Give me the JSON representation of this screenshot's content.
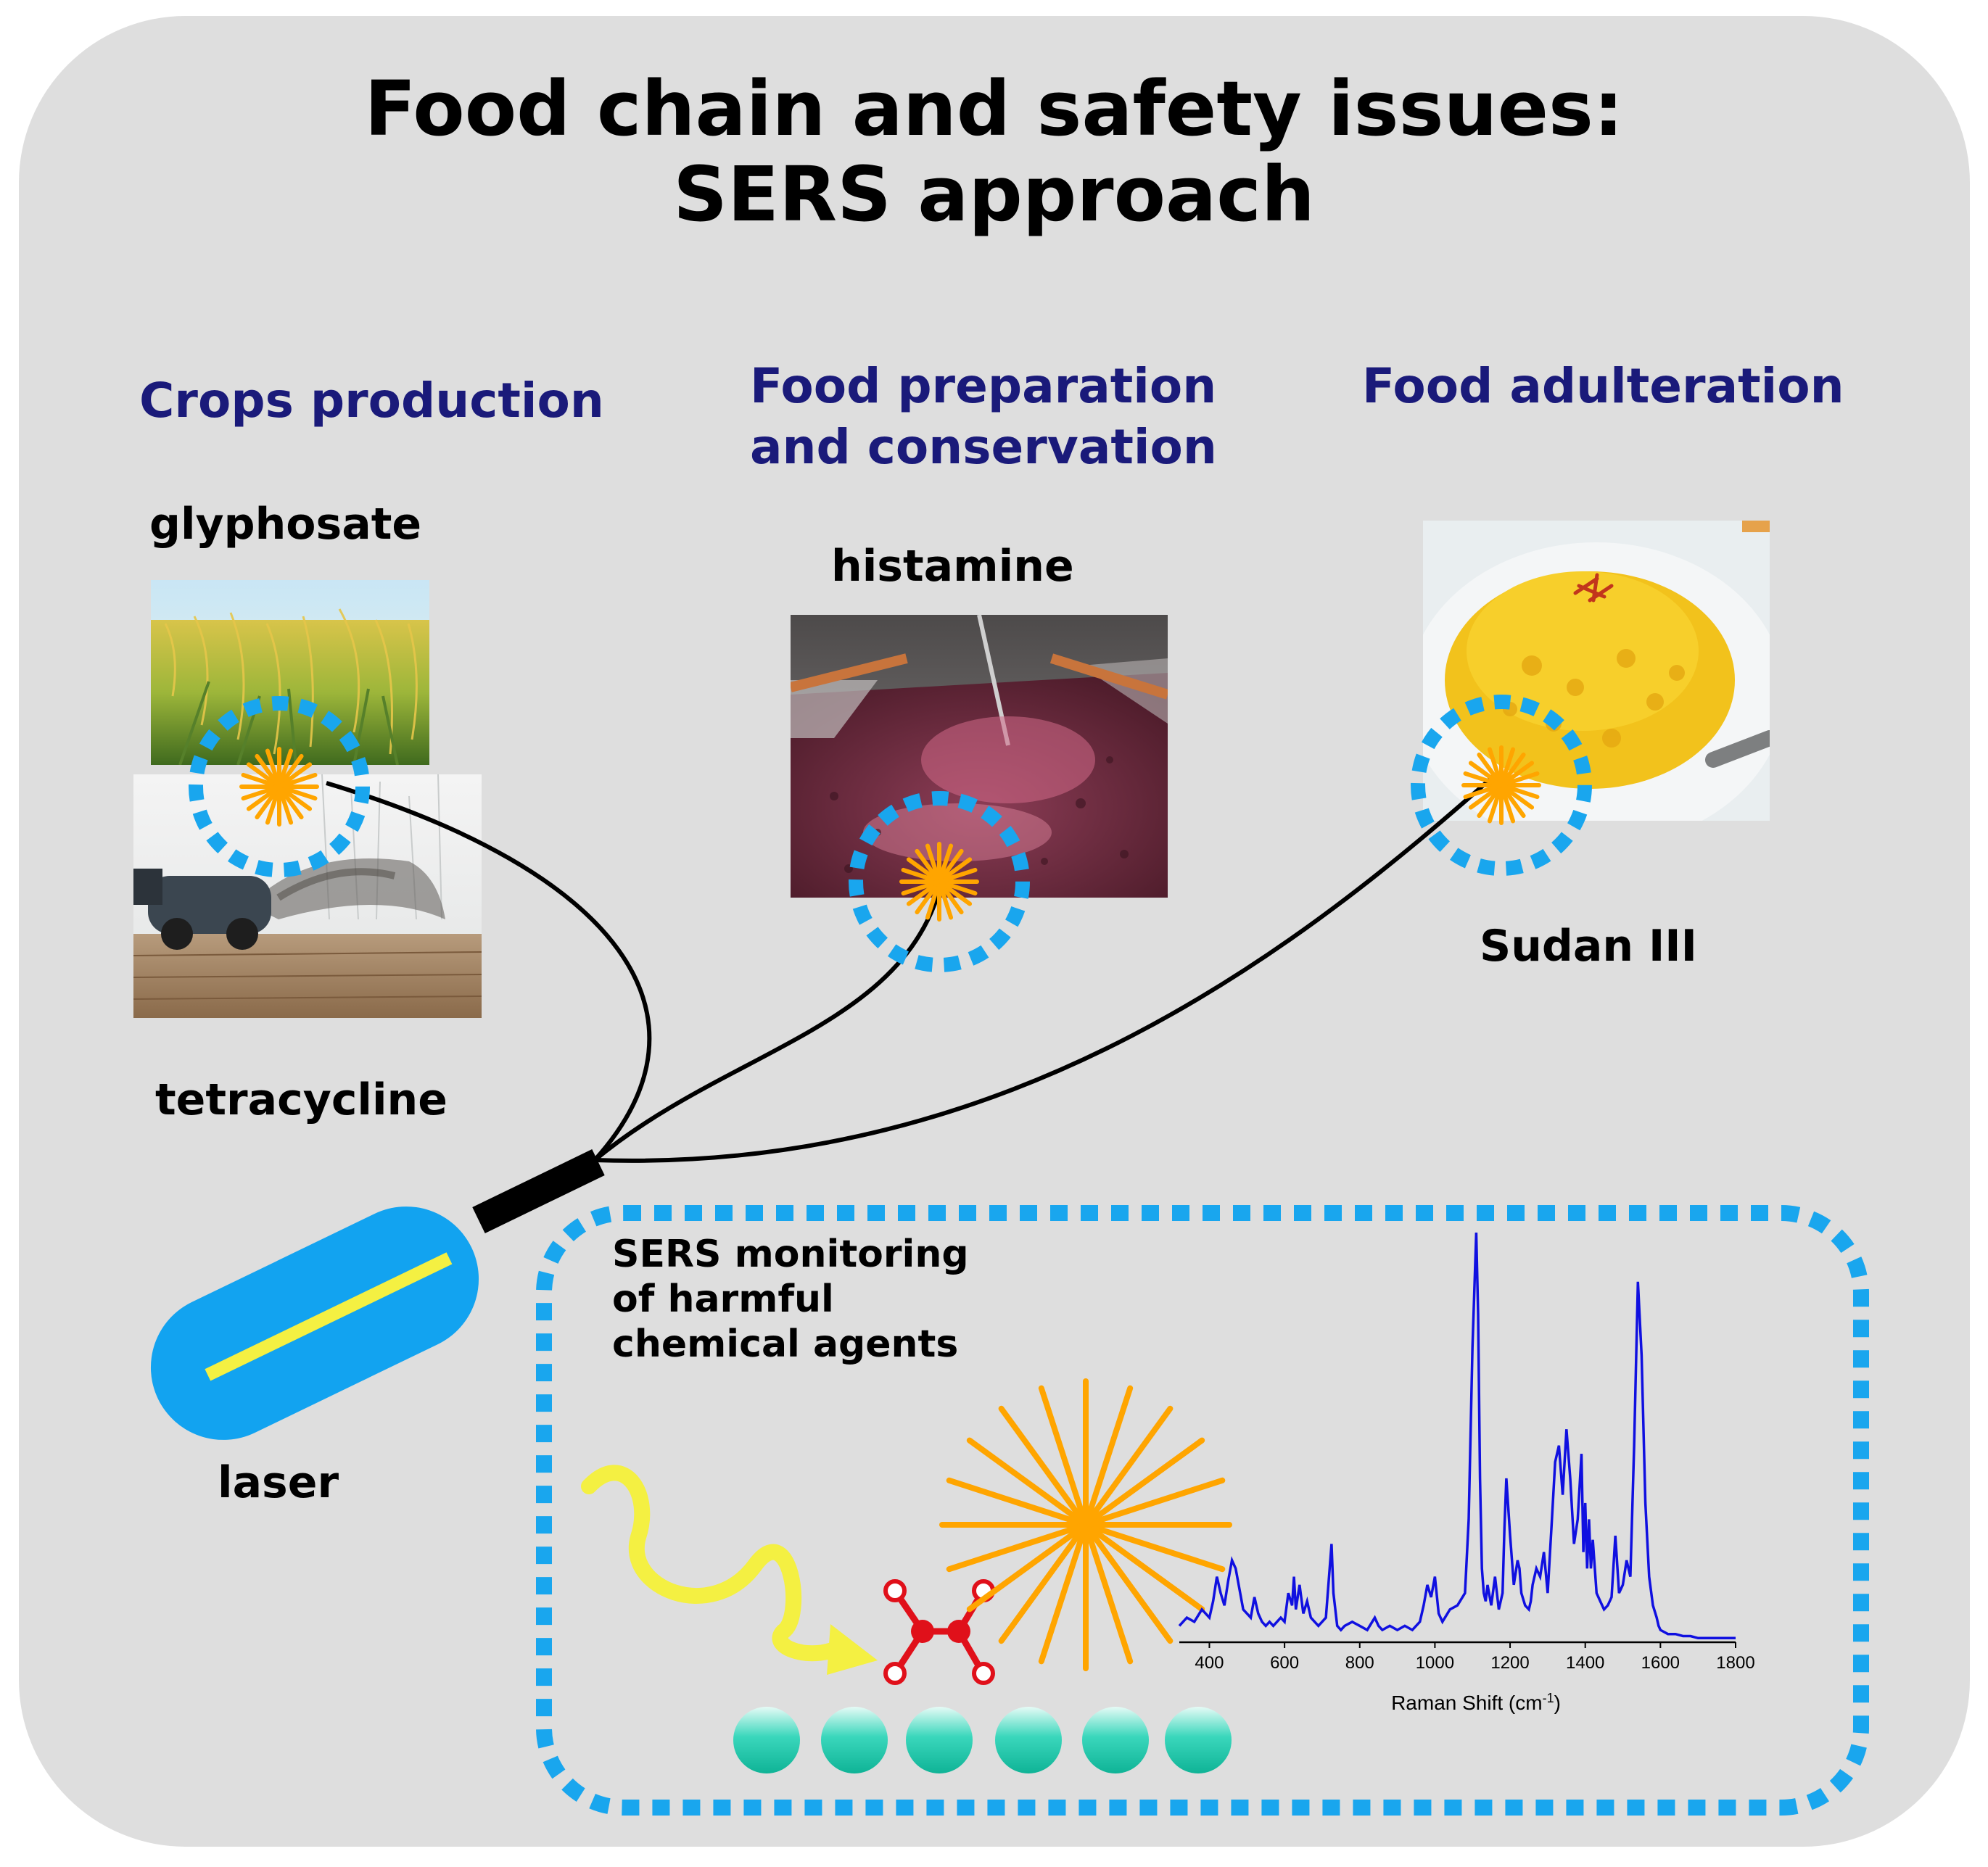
{
  "title": {
    "line1": "Food chain and safety issues:",
    "line2": "SERS approach"
  },
  "sections": {
    "crops": "Crops production",
    "prep_line1": "Food preparation",
    "prep_line2": "and conservation",
    "adulteration": "Food adulteration"
  },
  "agents": {
    "glyphosate": "glyphosate",
    "tetracycline": "tetracycline",
    "histamine": "histamine",
    "sudan": "Sudan III"
  },
  "laser_label": "laser",
  "monitoring": {
    "line1": "SERS monitoring",
    "line2": "of harmful",
    "line3": "chemical agents"
  },
  "colors": {
    "panel": "#dedede",
    "section_text": "#1a1a7a",
    "dashed_circle": "#19a6ee",
    "sers_star": "#ffa500",
    "laser_body": "#12a3f0",
    "laser_beam": "#f4f042",
    "spectrum_line": "#1010e0",
    "molecule": "#e0101a",
    "nanoparticle": "#1fc3a6"
  },
  "icons": {
    "sers-star": "orange-starburst",
    "molecule": "red-molecule",
    "photon": "yellow-wavy-arrow"
  },
  "chart_data": {
    "type": "line",
    "xlabel": "Raman Shift (cm",
    "xlabel_sup": "-1",
    "xlabel_close": ")",
    "xlim": [
      320,
      1800
    ],
    "x_ticks": [
      "400",
      "600",
      "800",
      "1000",
      "1200",
      "1400",
      "1600",
      "1800"
    ],
    "ylim": [
      0,
      1
    ],
    "y_axis_visible": false,
    "series": [
      {
        "x": [
          320,
          340,
          360,
          380,
          390,
          400,
          410,
          420,
          430,
          440,
          450,
          460,
          470,
          480,
          490,
          500,
          510,
          520,
          530,
          540,
          550,
          560,
          570,
          580,
          590,
          600,
          610,
          620,
          625,
          630,
          640,
          650,
          660,
          670,
          680,
          690,
          700,
          710,
          720,
          725,
          730,
          740,
          750,
          760,
          780,
          800,
          820,
          840,
          850,
          860,
          880,
          900,
          920,
          940,
          960,
          970,
          980,
          990,
          1000,
          1010,
          1020,
          1040,
          1060,
          1080,
          1090,
          1100,
          1110,
          1115,
          1120,
          1125,
          1130,
          1135,
          1140,
          1150,
          1160,
          1170,
          1180,
          1185,
          1190,
          1200,
          1210,
          1220,
          1225,
          1230,
          1240,
          1250,
          1255,
          1260,
          1270,
          1280,
          1290,
          1300,
          1310,
          1320,
          1330,
          1340,
          1350,
          1360,
          1370,
          1380,
          1390,
          1395,
          1400,
          1405,
          1410,
          1415,
          1420,
          1430,
          1440,
          1450,
          1460,
          1470,
          1480,
          1490,
          1500,
          1510,
          1520,
          1530,
          1540,
          1550,
          1560,
          1570,
          1580,
          1590,
          1595,
          1600,
          1610,
          1620,
          1640,
          1660,
          1680,
          1700,
          1720,
          1740,
          1760,
          1780,
          1800
        ],
        "y": [
          0.04,
          0.06,
          0.05,
          0.08,
          0.07,
          0.06,
          0.1,
          0.16,
          0.12,
          0.09,
          0.15,
          0.2,
          0.18,
          0.13,
          0.08,
          0.07,
          0.06,
          0.11,
          0.07,
          0.05,
          0.04,
          0.05,
          0.04,
          0.05,
          0.06,
          0.05,
          0.12,
          0.09,
          0.16,
          0.08,
          0.14,
          0.07,
          0.1,
          0.06,
          0.05,
          0.04,
          0.05,
          0.06,
          0.18,
          0.24,
          0.12,
          0.04,
          0.03,
          0.04,
          0.05,
          0.04,
          0.03,
          0.06,
          0.04,
          0.03,
          0.04,
          0.03,
          0.04,
          0.03,
          0.05,
          0.09,
          0.14,
          0.11,
          0.16,
          0.07,
          0.05,
          0.08,
          0.09,
          0.12,
          0.3,
          0.72,
          1.0,
          0.8,
          0.4,
          0.18,
          0.12,
          0.1,
          0.14,
          0.09,
          0.16,
          0.08,
          0.12,
          0.28,
          0.4,
          0.26,
          0.14,
          0.2,
          0.18,
          0.12,
          0.09,
          0.08,
          0.1,
          0.14,
          0.18,
          0.16,
          0.22,
          0.12,
          0.28,
          0.44,
          0.48,
          0.36,
          0.52,
          0.4,
          0.24,
          0.3,
          0.46,
          0.22,
          0.34,
          0.18,
          0.3,
          0.18,
          0.25,
          0.12,
          0.1,
          0.08,
          0.09,
          0.11,
          0.26,
          0.12,
          0.14,
          0.2,
          0.16,
          0.48,
          0.88,
          0.7,
          0.34,
          0.16,
          0.09,
          0.06,
          0.04,
          0.03,
          0.025,
          0.02,
          0.02,
          0.015,
          0.015,
          0.01,
          0.01,
          0.01,
          0.01,
          0.01,
          0.01
        ]
      }
    ]
  }
}
